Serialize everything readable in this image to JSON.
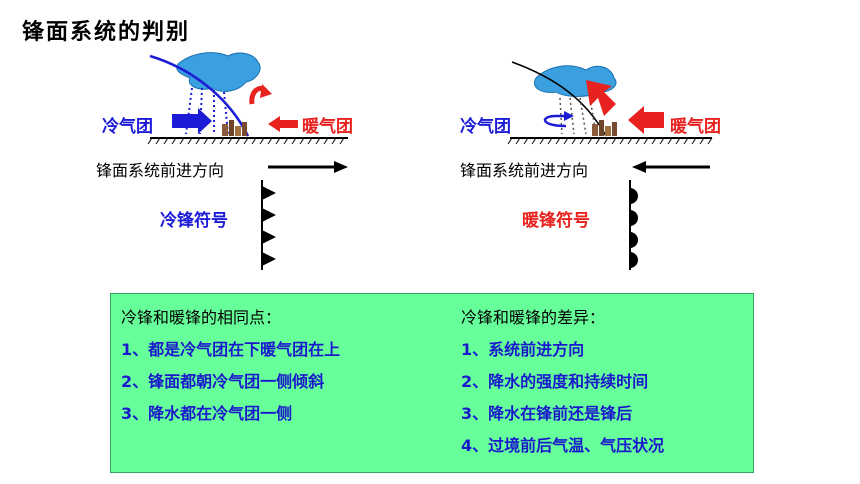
{
  "title": "锋面系统的判别",
  "cold_front": {
    "cold_air_label": "冷气团",
    "warm_air_label": "暖气团",
    "direction_label": "锋面系统前进方向",
    "symbol_label": "冷锋符号"
  },
  "warm_front": {
    "cold_air_label": "冷气团",
    "warm_air_label": "暖气团",
    "direction_label": "锋面系统前进方向",
    "symbol_label": "暖锋符号"
  },
  "comparison": {
    "same_heading": "冷锋和暖锋的相同点：",
    "same_items": [
      "1、都是冷气团在下暖气团在上",
      "2、锋面都朝冷气团一侧倾斜",
      "3、降水都在冷气团一侧"
    ],
    "diff_heading": "冷锋和暖锋的差异：",
    "diff_items": [
      "1、系统前进方向",
      "2、降水的强度和持续时间",
      "3、降水在锋前还是锋后",
      "4、过境前后气温、气压状况"
    ]
  },
  "colors": {
    "cold": "#1c1cd6",
    "warm": "#e8231f",
    "cloud": "#3aa0e0",
    "panel": "#66ff99"
  }
}
